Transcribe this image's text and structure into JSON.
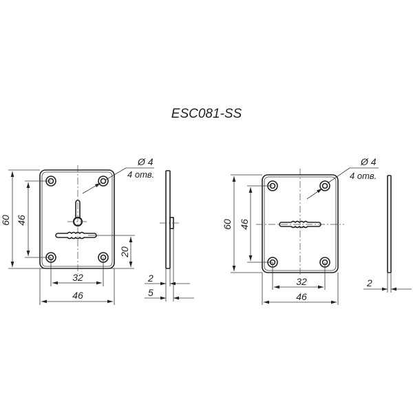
{
  "title": "ESC081-SS",
  "views": {
    "left": {
      "hole_diameter": "Ø 4",
      "hole_count": "4 отв.",
      "height": "60",
      "hole_spacing_vertical": "46",
      "slot_offset": "20",
      "hole_spacing_horizontal": "32",
      "width": "46",
      "plate_thickness": "2",
      "total_thickness": "5"
    },
    "right": {
      "hole_diameter": "Ø 4",
      "hole_count": "4 отв.",
      "height": "60",
      "hole_spacing_vertical": "46",
      "hole_spacing_horizontal": "32",
      "width": "46",
      "plate_thickness": "2"
    }
  }
}
